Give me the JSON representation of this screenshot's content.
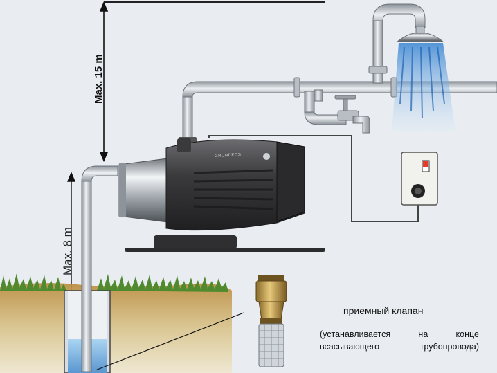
{
  "labels": {
    "max_height": "Max. 15 m",
    "max_depth": "Max. 8 m",
    "valve_title": "приемный клапан",
    "valve_note": "(устанавливается на конце всасывающего трубопровода)",
    "brand": "GRUNDFOS"
  },
  "colors": {
    "background": "#e9edf2",
    "pipe": "#c9ced4",
    "pipe_edge": "#7d848c",
    "pump_body": "#3a3a3c",
    "grass": "#4f8a2e",
    "soil": "#c9a24a",
    "water": "#3f86c9"
  }
}
